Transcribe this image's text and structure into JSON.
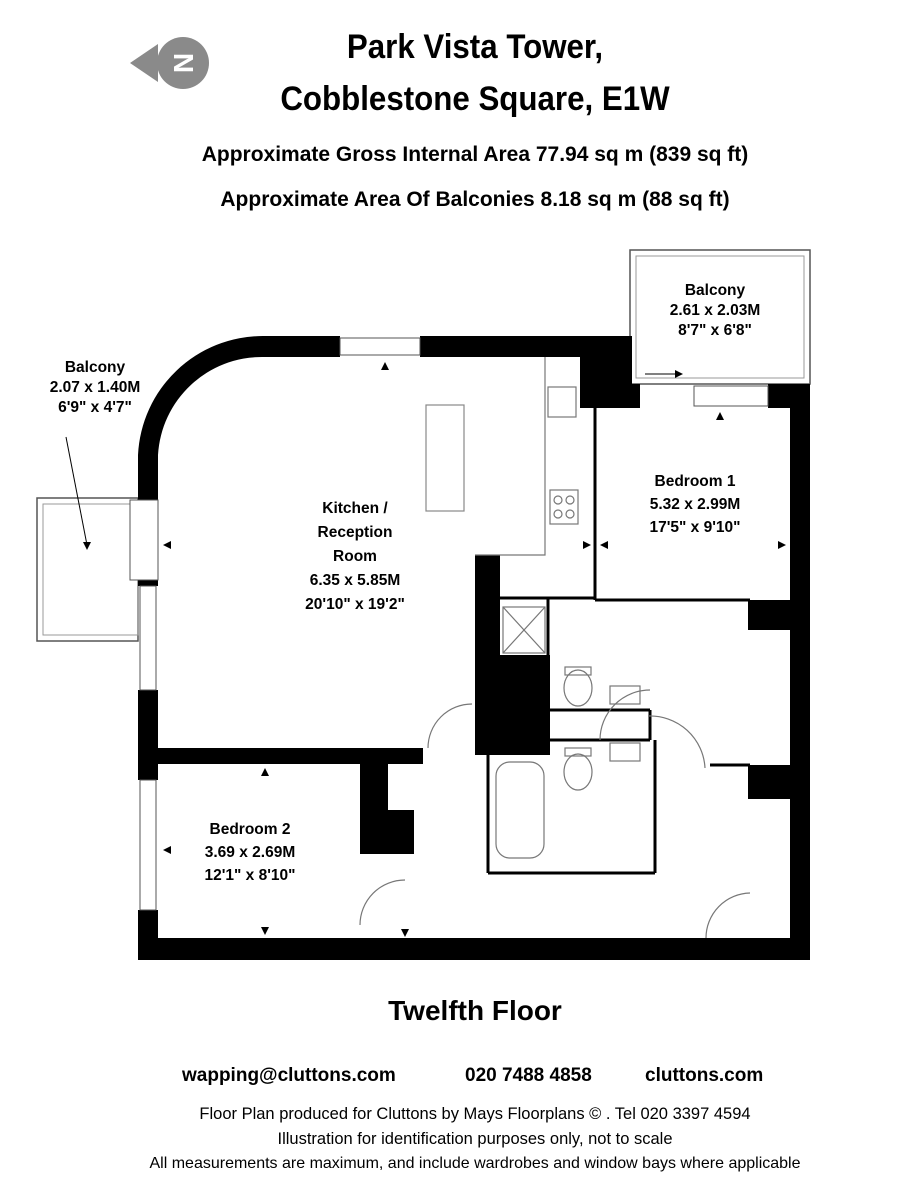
{
  "header": {
    "title_line1": "Park Vista Tower,",
    "title_line2": "Cobblestone Square, E1W",
    "gross_area": "Approximate Gross Internal Area  77.94 sq m  (839 sq ft)",
    "balcony_area": "Approximate Area Of Balconies  8.18 sq m  (88 sq ft)"
  },
  "compass": {
    "letter": "N",
    "icon": "north-compass-icon"
  },
  "rooms": {
    "balcony_top": {
      "name": "Balcony",
      "metric": "2.61 x 2.03M",
      "imperial": "8'7\" x 6'8\""
    },
    "balcony_left": {
      "name": "Balcony",
      "metric": "2.07 x 1.40M",
      "imperial": "6'9\" x 4'7\""
    },
    "kitchen": {
      "name_line1": "Kitchen /",
      "name_line2": "Reception",
      "name_line3": "Room",
      "metric": "6.35 x 5.85M",
      "imperial": "20'10\" x 19'2\""
    },
    "bedroom1": {
      "name": "Bedroom 1",
      "metric": "5.32 x 2.99M",
      "imperial": "17'5\" x 9'10\""
    },
    "bedroom2": {
      "name": "Bedroom 2",
      "metric": "3.69 x 2.69M",
      "imperial": "12'1\" x 8'10\""
    }
  },
  "floor_name": "Twelfth Floor",
  "contact": {
    "email": "wapping@cluttons.com",
    "phone": "020 7488 4858",
    "website": "cluttons.com"
  },
  "footer": {
    "line1": "Floor Plan produced for Cluttons by Mays Floorplans  © . Tel 020 3397 4594",
    "line2": "Illustration for identification purposes only, not to scale",
    "line3": "All measurements are maximum, and include wardrobes and window bays where applicable"
  }
}
